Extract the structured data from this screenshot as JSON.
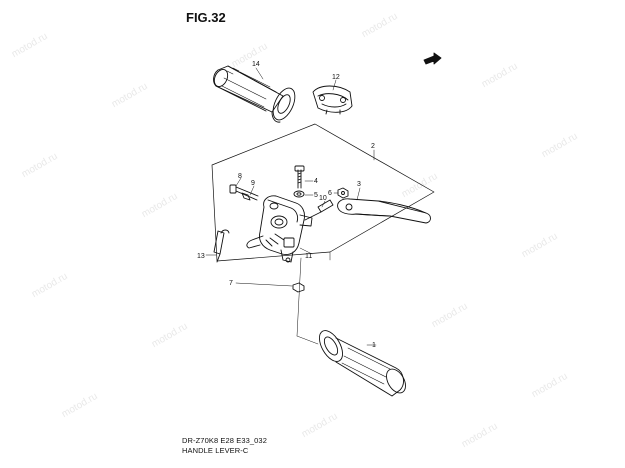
{
  "figure": {
    "title": "FIG.32",
    "code": "DR-Z70K8 E28 E33_032",
    "name": "HANDLE LEVER-C"
  },
  "watermark": {
    "text": "motod.ru"
  },
  "parts": [
    {
      "ref": "1"
    },
    {
      "ref": "2"
    },
    {
      "ref": "3"
    },
    {
      "ref": "4"
    },
    {
      "ref": "5"
    },
    {
      "ref": "6"
    },
    {
      "ref": "7"
    },
    {
      "ref": "8"
    },
    {
      "ref": "9"
    },
    {
      "ref": "10"
    },
    {
      "ref": "11"
    },
    {
      "ref": "12"
    },
    {
      "ref": "13"
    },
    {
      "ref": "14"
    }
  ],
  "colors": {
    "line": "#111111",
    "background": "#ffffff",
    "watermark": "#969696"
  }
}
